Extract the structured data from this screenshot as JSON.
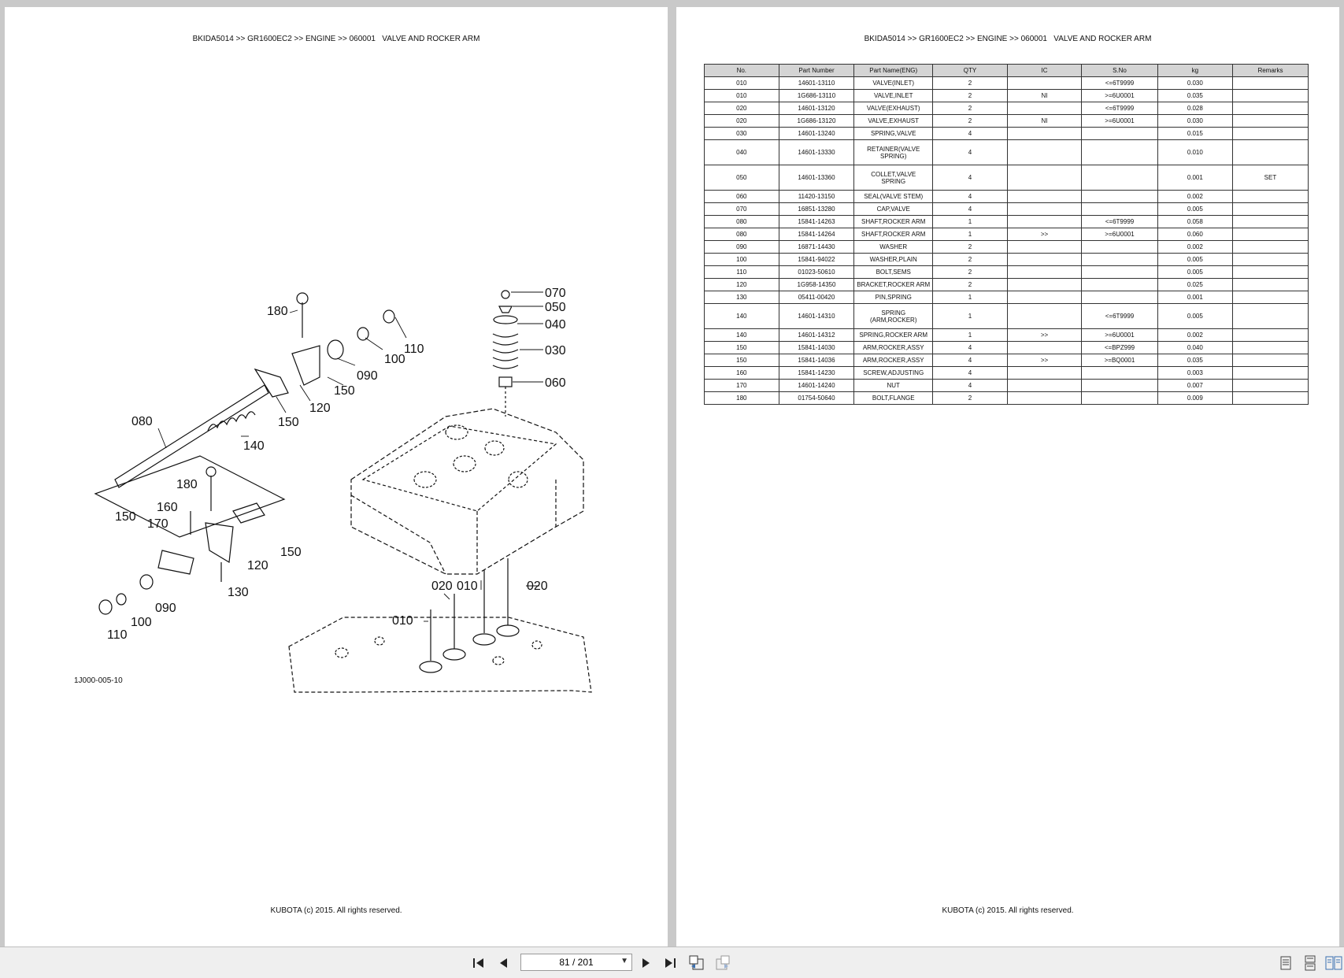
{
  "left_page": {
    "header": "BKIDA5014 >> GR1600EC2 >> ENGINE >> 060001   VALVE AND ROCKER ARM",
    "diagram_code": "1J000-005-10",
    "footer": "KUBOTA (c) 2015. All rights reserved.",
    "callouts": {
      "c070": "070",
      "c050": "050",
      "c040": "040",
      "c030": "030",
      "c060": "060",
      "c180a": "180",
      "c110a": "110",
      "c100a": "100",
      "c090a": "090",
      "c150a": "150",
      "c150b": "150",
      "c120a": "120",
      "c080": "080",
      "c140": "140",
      "c180b": "180",
      "c160": "160",
      "c150c": "150",
      "c170": "170",
      "c150d": "150",
      "c120b": "120",
      "c130": "130",
      "c090b": "090",
      "c100b": "100",
      "c110b": "110",
      "c020a": "020",
      "c010a": "010",
      "c020b": "020",
      "c010b": "010"
    }
  },
  "right_page": {
    "header": "BKIDA5014 >> GR1600EC2 >> ENGINE >> 060001   VALVE AND ROCKER ARM",
    "footer": "KUBOTA (c) 2015. All rights reserved.",
    "table": {
      "headers": [
        "No.",
        "Part Number",
        "Part Name(ENG)",
        "QTY",
        "IC",
        "S.No",
        "kg",
        "Remarks"
      ],
      "rows": [
        [
          "010",
          "14601-13110",
          "VALVE(INLET)",
          "2",
          "",
          "<=6T9999",
          "0.030",
          ""
        ],
        [
          "010",
          "1G686-13110",
          "VALVE,INLET",
          "2",
          "NI",
          ">=6U0001",
          "0.035",
          ""
        ],
        [
          "020",
          "14601-13120",
          "VALVE(EXHAUST)",
          "2",
          "",
          "<=6T9999",
          "0.028",
          ""
        ],
        [
          "020",
          "1G686-13120",
          "VALVE,EXHAUST",
          "2",
          "NI",
          ">=6U0001",
          "0.030",
          ""
        ],
        [
          "030",
          "14601-13240",
          "SPRING,VALVE",
          "4",
          "",
          "",
          "0.015",
          ""
        ],
        [
          "040",
          "14601-13330",
          "RETAINER(VALVE SPRING)",
          "4",
          "",
          "",
          "0.010",
          ""
        ],
        [
          "050",
          "14601-13360",
          "COLLET,VALVE SPRING",
          "4",
          "",
          "",
          "0.001",
          "SET"
        ],
        [
          "060",
          "11420-13150",
          "SEAL(VALVE STEM)",
          "4",
          "",
          "",
          "0.002",
          ""
        ],
        [
          "070",
          "16851-13280",
          "CAP,VALVE",
          "4",
          "",
          "",
          "0.005",
          ""
        ],
        [
          "080",
          "15841-14263",
          "SHAFT,ROCKER ARM",
          "1",
          "",
          "<=6T9999",
          "0.058",
          ""
        ],
        [
          "080",
          "15841-14264",
          "SHAFT,ROCKER ARM",
          "1",
          ">>",
          ">=6U0001",
          "0.060",
          ""
        ],
        [
          "090",
          "16871-14430",
          "WASHER",
          "2",
          "",
          "",
          "0.002",
          ""
        ],
        [
          "100",
          "15841-94022",
          "WASHER,PLAIN",
          "2",
          "",
          "",
          "0.005",
          ""
        ],
        [
          "110",
          "01023-50610",
          "BOLT,SEMS",
          "2",
          "",
          "",
          "0.005",
          ""
        ],
        [
          "120",
          "1G958-14350",
          "BRACKET,ROCKER ARM",
          "2",
          "",
          "",
          "0.025",
          ""
        ],
        [
          "130",
          "05411-00420",
          "PIN,SPRING",
          "1",
          "",
          "",
          "0.001",
          ""
        ],
        [
          "140",
          "14601-14310",
          "SPRING (ARM,ROCKER)",
          "1",
          "",
          "<=6T9999",
          "0.005",
          ""
        ],
        [
          "140",
          "14601-14312",
          "SPRING,ROCKER ARM",
          "1",
          ">>",
          ">=6U0001",
          "0.002",
          ""
        ],
        [
          "150",
          "15841-14030",
          "ARM,ROCKER,ASSY",
          "4",
          "",
          "<=BPZ999",
          "0.040",
          ""
        ],
        [
          "150",
          "15841-14036",
          "ARM,ROCKER,ASSY",
          "4",
          ">>",
          ">=BQ0001",
          "0.035",
          ""
        ],
        [
          "160",
          "15841-14230",
          "SCREW,ADJUSTING",
          "4",
          "",
          "",
          "0.003",
          ""
        ],
        [
          "170",
          "14601-14240",
          "NUT",
          "4",
          "",
          "",
          "0.007",
          ""
        ],
        [
          "180",
          "01754-50640",
          "BOLT,FLANGE",
          "2",
          "",
          "",
          "0.009",
          ""
        ]
      ]
    }
  },
  "toolbar": {
    "page_indicator": "81 / 201",
    "icons": {
      "first": "first-page-icon",
      "prev": "previous-page-icon",
      "next": "next-page-icon",
      "last": "last-page-icon",
      "back": "previous-view-icon",
      "forward": "next-view-icon",
      "single": "single-page-view-icon",
      "continuous": "continuous-view-icon",
      "facing": "facing-pages-view-icon"
    }
  }
}
